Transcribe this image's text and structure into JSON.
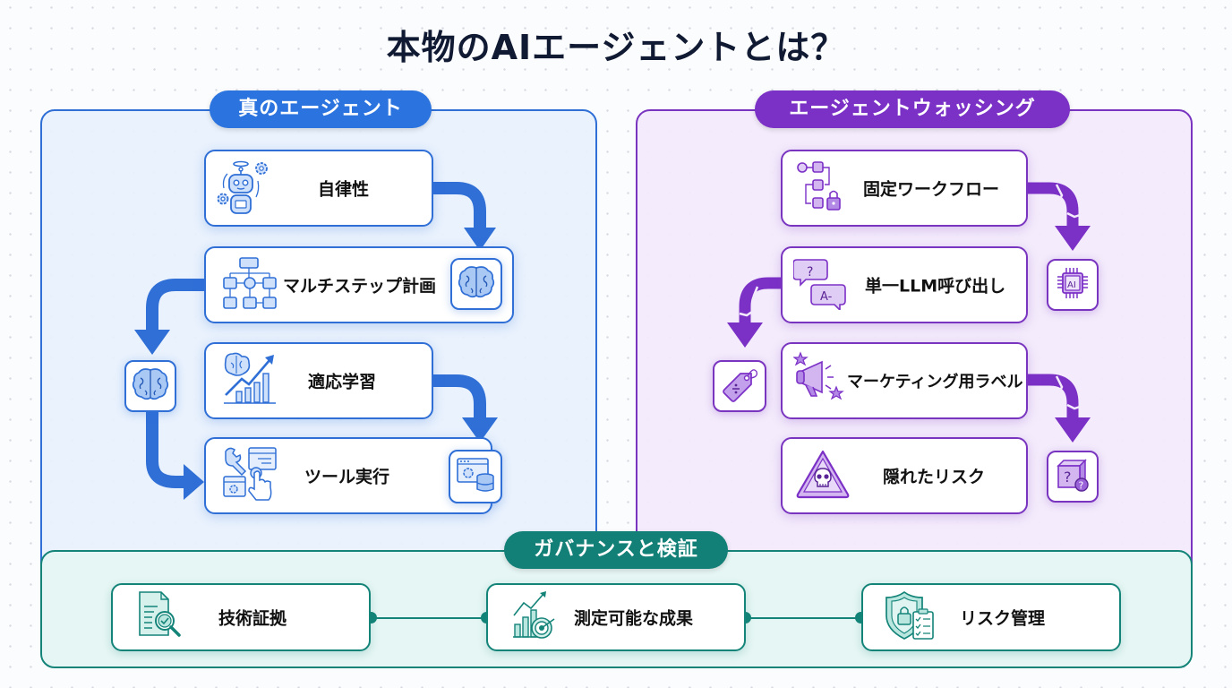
{
  "title": "本物のAIエージェントとは？",
  "colors": {
    "true_agent": "#2b74e0",
    "agent_washing": "#7b30c6",
    "governance": "#128076",
    "title_text": "#111a33"
  },
  "true_agent": {
    "label": "真のエージェント",
    "steps": [
      {
        "label": "自律性",
        "icon": "robot-icon"
      },
      {
        "label": "マルチステップ計画",
        "icon": "flowchart-icon",
        "side_icon": "brain-icon"
      },
      {
        "label": "適応学習",
        "icon": "brain-growth-chart-icon"
      },
      {
        "label": "ツール実行",
        "icon": "tool-click-icon",
        "side_icon": "server-database-icon"
      }
    ],
    "side_left_icon": "brain-icon"
  },
  "agent_washing": {
    "label": "エージェントウォッシング",
    "steps": [
      {
        "label": "固定ワークフロー",
        "icon": "locked-workflow-icon"
      },
      {
        "label": "単一LLM呼び出し",
        "icon": "chat-bubbles-icon"
      },
      {
        "label": "マーケティング用ラベル",
        "icon": "megaphone-icon"
      },
      {
        "label": "隠れたリスク",
        "icon": "skull-warning-icon"
      }
    ],
    "side_icons": [
      "ai-chip-icon",
      "price-tag-icon",
      "mystery-box-icon"
    ]
  },
  "governance": {
    "label": "ガバナンスと検証",
    "items": [
      {
        "label": "技術証拠",
        "icon": "document-search-icon"
      },
      {
        "label": "測定可能な成果",
        "icon": "chart-target-icon"
      },
      {
        "label": "リスク管理",
        "icon": "shield-checklist-icon"
      }
    ]
  }
}
